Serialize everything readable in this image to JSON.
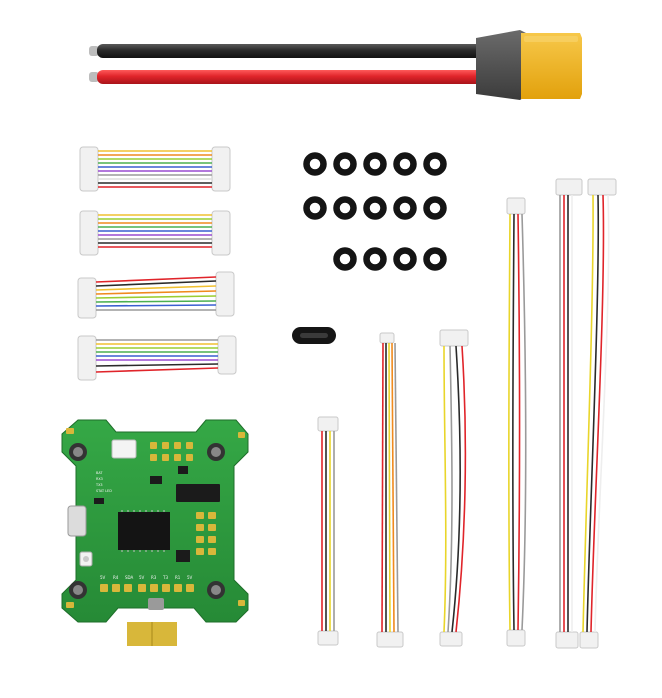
{
  "scene": {
    "description_alt": "",
    "background": "#ffffff"
  },
  "board": {
    "pad_labels": [
      "5V",
      "R4",
      "SDA",
      "5V",
      "R3",
      "T3",
      "R1",
      "5V"
    ],
    "silk_labels": [
      "BAT",
      "RX3",
      "TX3",
      "STAT LED"
    ],
    "pcb_color": "#2f9a3e",
    "pad_color": "#d8b73a"
  },
  "colors": {
    "wire_red": "#e0242a",
    "wire_black": "#2a2a2a",
    "wire_yellow": "#e9d52a",
    "wire_gray": "#9a9a9a",
    "wire_white": "#eeeeee",
    "wire_orange": "#ef8a1e",
    "wire_green": "#4caf50",
    "wire_blue": "#3a5fd0",
    "wire_purple": "#9a4bd0",
    "xt60": "#f2b51c",
    "gasket": "#141414"
  },
  "icons": [
    "xt60-power-lead",
    "silicone-gaskets",
    "usb-c-cover",
    "jst-cables",
    "flight-controller-board"
  ]
}
